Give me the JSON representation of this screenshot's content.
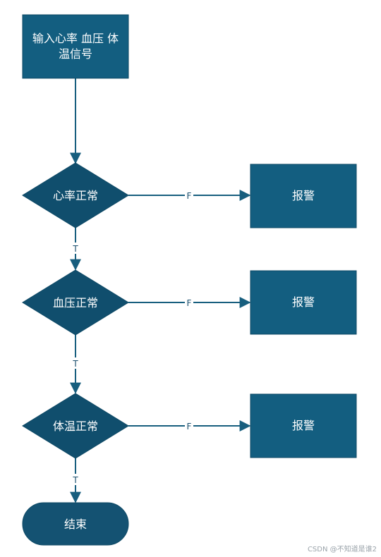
{
  "colors": {
    "rect_fill": "#135e80",
    "diamond_fill": "#104e6d",
    "terminal_fill": "#145272",
    "stroke": "#0f4a66",
    "line": "#175e7e"
  },
  "nodes": {
    "input": {
      "line1": "输入心率 血压 体",
      "line2": "温信号"
    },
    "heart_check": "心率正常",
    "bp_check": "血压正常",
    "temp_check": "体温正常",
    "alarm1": "报警",
    "alarm2": "报警",
    "alarm3": "报警",
    "end": "结束"
  },
  "edges": {
    "false_label": "F",
    "true_label": "T"
  },
  "watermark": "CSDN @不知道是谁2"
}
